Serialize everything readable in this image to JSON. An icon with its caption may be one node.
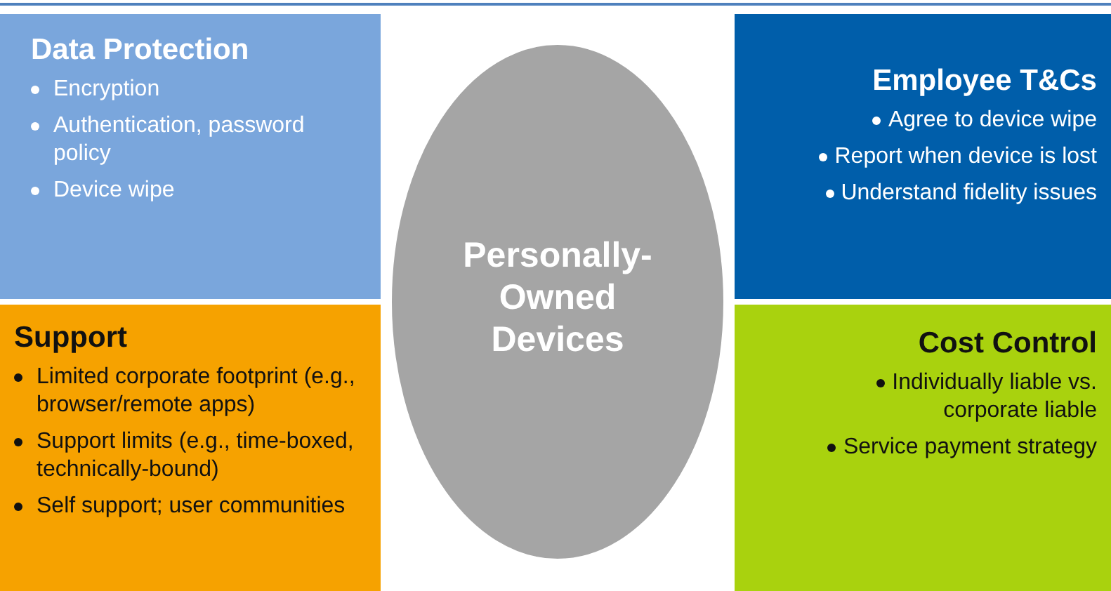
{
  "diagram": {
    "nodes": [
      {
        "text": [
          "Data Protection",
          "Encryption",
          "Authentication, password policy",
          "Device wipe"
        ]
      },
      {
        "text": [
          "Employee T&Cs",
          "Agree to device wipe",
          "Report when device is lost",
          "Understand fidelity issues"
        ]
      },
      {
        "text": [
          "Personally-Owned Devices"
        ]
      },
      {
        "text": [
          "Support",
          "Limited corporate footprint (e.g., browser/remote apps)",
          "Support limits (e.g., time-boxed, technically-bound)",
          "Self support; user communities"
        ]
      },
      {
        "text": [
          "Cost Control",
          "Individually liable vs. corporate liable",
          "Service payment strategy"
        ]
      }
    ],
    "edges": []
  }
}
